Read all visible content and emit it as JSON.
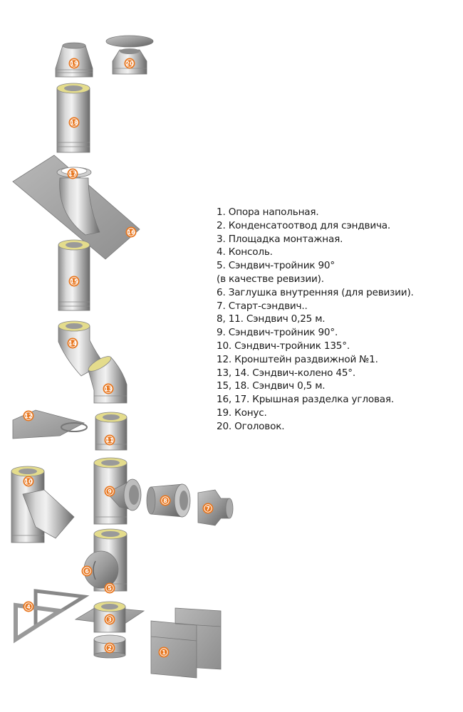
{
  "title": "Схема дымохода (сэндвич)",
  "colors": {
    "badge": "#e8761e",
    "badge_ring": "#ffffff",
    "steel_light": "#e6e6e6",
    "steel_mid": "#b3b3b3",
    "steel_dark": "#6e6e6e",
    "insulation": "#e4dc8c",
    "text": "#1a1a1a"
  },
  "legend": [
    "1. Опора напольная.",
    "2. Конденсатоотвод для сэндвича.",
    "3. Площадка монтажная.",
    "4. Консоль.",
    "5. Сэндвич-тройник 90°",
    "(в качестве ревизии).",
    "6. Заглушка внутренняя (для ревизии).",
    "7. Старт-сэндвич..",
    "8, 11. Сэндвич 0,25 м.",
    "9. Сэндвич-тройник 90°.",
    "10. Сэндвич-тройник 135°.",
    "12. Кронштейн раздвижной №1.",
    "13, 14. Сэндвич-колено 45°.",
    "15, 18. Сэндвич 0,5 м.",
    "16, 17. Крышная разделка угловая.",
    "19. Конус.",
    "20. Оголовок."
  ],
  "parts": [
    {
      "id": "1",
      "label": "1",
      "name": "Опора напольная"
    },
    {
      "id": "2",
      "label": "2",
      "name": "Конденсатоотвод для сэндвича"
    },
    {
      "id": "3",
      "label": "3",
      "name": "Площадка монтажная"
    },
    {
      "id": "4",
      "label": "4",
      "name": "Консоль"
    },
    {
      "id": "5",
      "label": "5",
      "name": "Сэндвич-тройник 90° (ревизия)"
    },
    {
      "id": "6",
      "label": "6",
      "name": "Заглушка внутренняя"
    },
    {
      "id": "7",
      "label": "7",
      "name": "Старт-сэндвич"
    },
    {
      "id": "8",
      "label": "8",
      "name": "Сэндвич 0,25 м"
    },
    {
      "id": "9",
      "label": "9",
      "name": "Сэндвич-тройник 90°"
    },
    {
      "id": "10",
      "label": "10",
      "name": "Сэндвич-тройник 135°"
    },
    {
      "id": "11",
      "label": "11",
      "name": "Сэндвич 0,25 м"
    },
    {
      "id": "12",
      "label": "12",
      "name": "Кронштейн раздвижной №1"
    },
    {
      "id": "13",
      "label": "13",
      "name": "Сэндвич-колено 45°"
    },
    {
      "id": "14",
      "label": "14",
      "name": "Сэндвич-колено 45°"
    },
    {
      "id": "15",
      "label": "15",
      "name": "Сэндвич 0,5 м"
    },
    {
      "id": "16",
      "label": "16",
      "name": "Крышная разделка угловая"
    },
    {
      "id": "17",
      "label": "17",
      "name": "Крышная разделка угловая (юбка)"
    },
    {
      "id": "18",
      "label": "18",
      "name": "Сэндвич 0,5 м"
    },
    {
      "id": "19",
      "label": "19",
      "name": "Конус"
    },
    {
      "id": "20",
      "label": "20",
      "name": "Оголовок"
    }
  ]
}
